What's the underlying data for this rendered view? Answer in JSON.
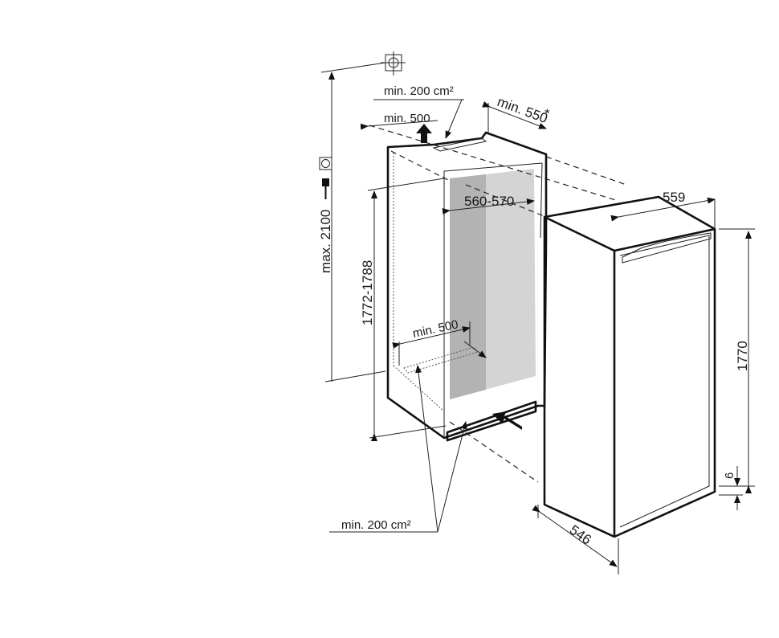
{
  "title": "Built-in refrigerator installation dimensions",
  "labels": {
    "max_height": "max. 2100",
    "niche_height": "1772-1788",
    "niche_width": "560-570",
    "niche_depth": "min. 550",
    "niche_depth_note": "*",
    "top_vent_area": "min. 200 cm²",
    "top_vent_width": "min. 500",
    "bottom_vent_width": "min. 500",
    "bottom_vent_area": "min. 200 cm²",
    "appliance_width": "559",
    "appliance_depth": "546",
    "appliance_height": "1770",
    "plinth_gap": "6"
  },
  "icons": [
    "socket-icon",
    "plug-icon",
    "water-connection-icon"
  ],
  "colors": {
    "line": "#111111",
    "niche_gray": "#d4d4d4",
    "niche_dark_gray": "#b3b3b3"
  }
}
